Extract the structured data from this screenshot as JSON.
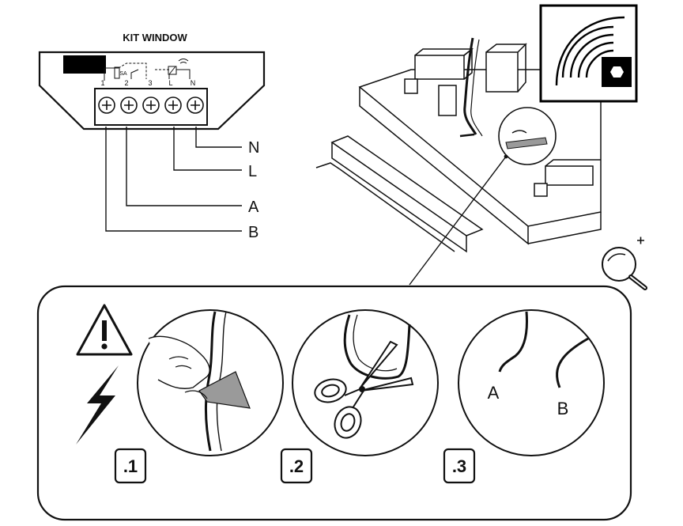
{
  "diagram": {
    "kit_title": "KIT WINDOW",
    "terminal_labels": [
      "1",
      "2",
      "SA",
      "3",
      "L",
      "N"
    ],
    "wire_labels": {
      "n": "N",
      "l": "L",
      "a": "A",
      "b": "B"
    },
    "steps": [
      {
        "label": ".1"
      },
      {
        "label": ".2"
      },
      {
        "label": ".3"
      }
    ],
    "result_labels": {
      "a": "A",
      "b": "B"
    },
    "icons": {
      "radio": "radio-signal-hex-icon",
      "zoom": "magnifier-plus-icon",
      "warning": "warning-triangle-icon",
      "lightning": "lightning-bolt-icon",
      "scissors": "scissors-icon"
    },
    "colors": {
      "line": "#111111",
      "fill": "#ffffff",
      "dark": "#000000",
      "grey": "#9a9a9a"
    }
  }
}
